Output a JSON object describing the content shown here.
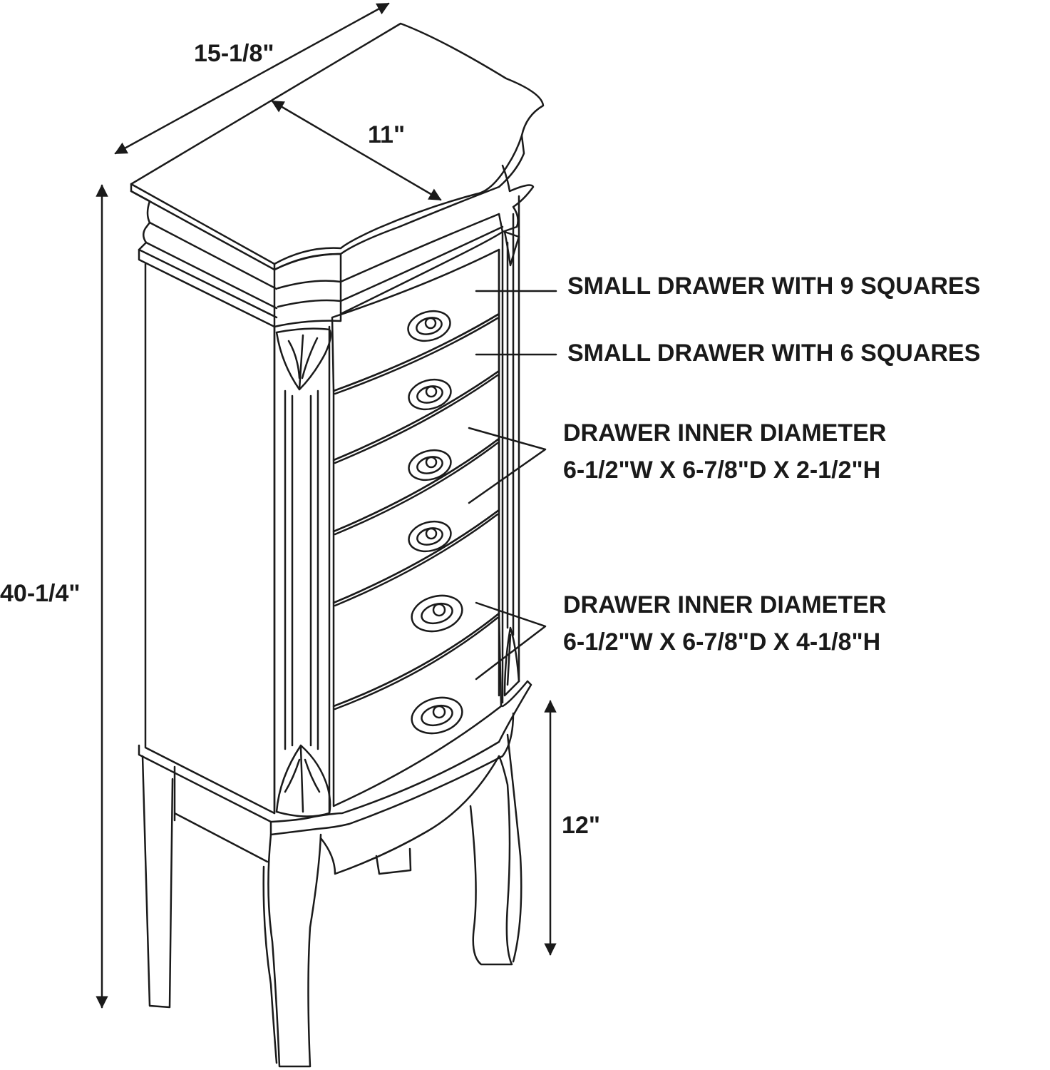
{
  "dimensions": {
    "top_width": "15-1/8\"",
    "top_depth": "11\"",
    "total_height": "40-1/4\"",
    "leg_height": "12\""
  },
  "callouts": [
    {
      "line1": "SMALL DRAWER WITH 9 SQUARES"
    },
    {
      "line1": "SMALL DRAWER WITH 6 SQUARES"
    },
    {
      "line1": "DRAWER INNER DIAMETER",
      "line2": "6-1/2\"W X 6-7/8\"D X 2-1/2\"H"
    },
    {
      "line1": "DRAWER INNER DIAMETER",
      "line2": "6-1/2\"W X 6-7/8\"D X 4-1/8\"H"
    }
  ],
  "colors": {
    "line": "#1a1a1a",
    "background": "#ffffff"
  }
}
